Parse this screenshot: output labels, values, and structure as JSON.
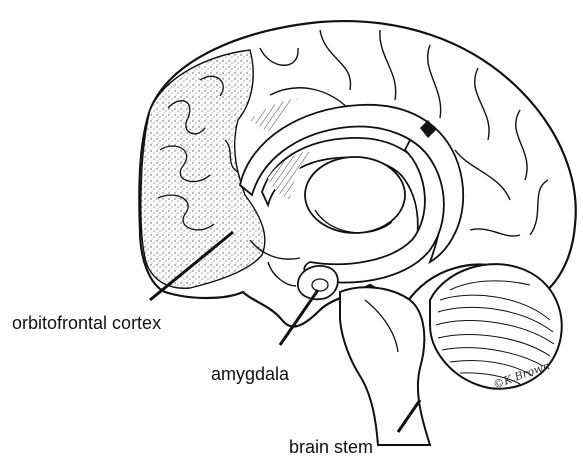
{
  "labels": {
    "orbitofrontal_cortex": "orbitofrontal cortex",
    "amygdala": "amygdala",
    "brain_stem": "brain stem"
  },
  "signature": {
    "text": "©K.Brown"
  },
  "colors": {
    "ink": "#111111",
    "shade": "#c8c8c8",
    "background": "#ffffff"
  }
}
